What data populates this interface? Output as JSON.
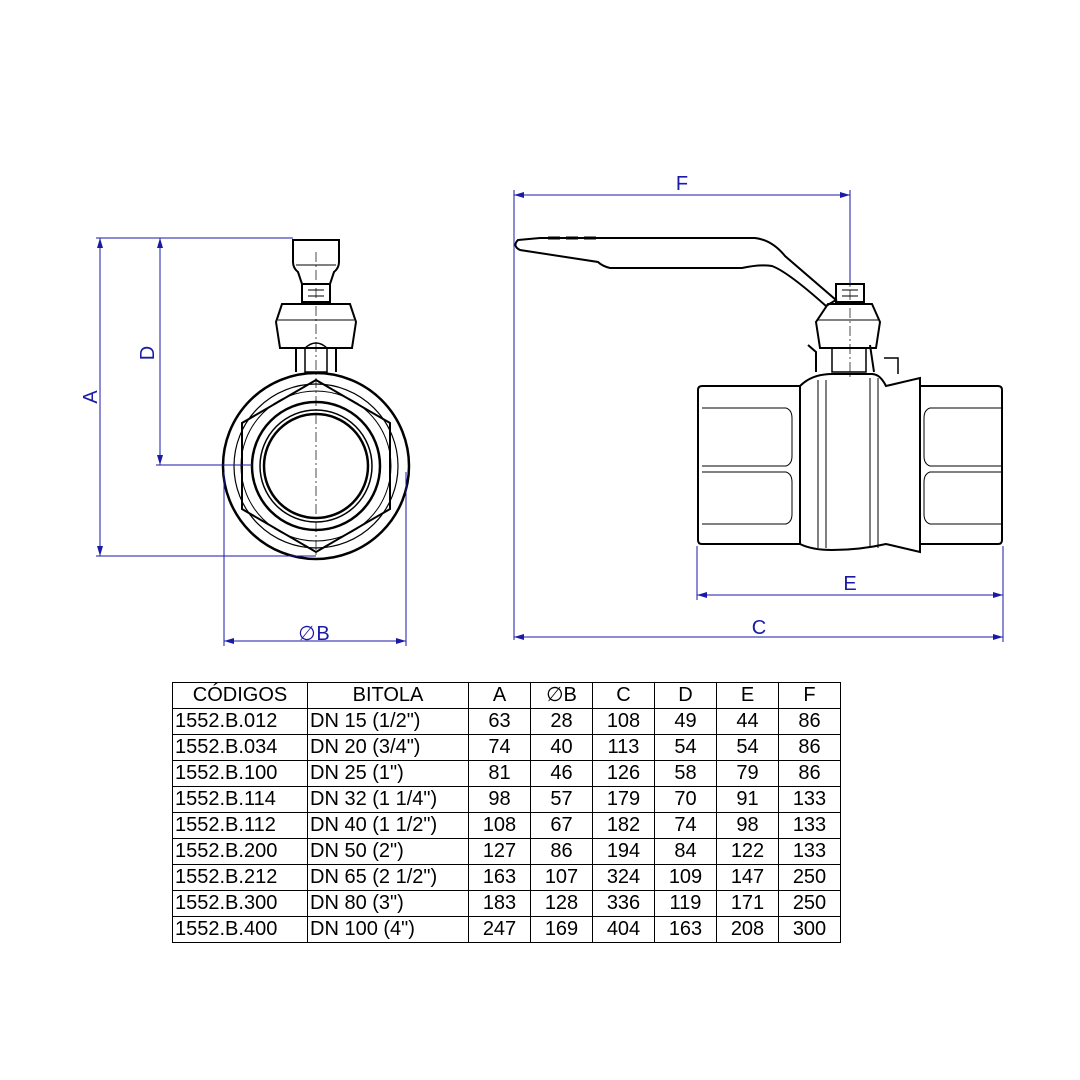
{
  "dimensions": {
    "A": "A",
    "B": "B",
    "C": "C",
    "D": "D",
    "E": "E",
    "F": "F",
    "diameter_symbol": "∅"
  },
  "table": {
    "headers": [
      "CÓDIGOS",
      "BITOLA",
      "A",
      "∅B",
      "C",
      "D",
      "E",
      "F"
    ],
    "rows": [
      [
        "1552.B.012",
        "DN 15 (1/2\")",
        "63",
        "28",
        "108",
        "49",
        "44",
        "86"
      ],
      [
        "1552.B.034",
        "DN 20 (3/4\")",
        "74",
        "40",
        "113",
        "54",
        "54",
        "86"
      ],
      [
        "1552.B.100",
        "DN 25 (1\")",
        "81",
        "46",
        "126",
        "58",
        "79",
        "86"
      ],
      [
        "1552.B.114",
        "DN 32 (1 1/4\")",
        "98",
        "57",
        "179",
        "70",
        "91",
        "133"
      ],
      [
        "1552.B.112",
        "DN 40 (1 1/2\")",
        "108",
        "67",
        "182",
        "74",
        "98",
        "133"
      ],
      [
        "1552.B.200",
        "DN 50 (2\")",
        "127",
        "86",
        "194",
        "84",
        "122",
        "133"
      ],
      [
        "1552.B.212",
        "DN 65 (2 1/2\")",
        "163",
        "107",
        "324",
        "109",
        "147",
        "250"
      ],
      [
        "1552.B.300",
        "DN 80 (3\")",
        "183",
        "128",
        "336",
        "119",
        "171",
        "250"
      ],
      [
        "1552.B.400",
        "DN 100 (4\")",
        "247",
        "169",
        "404",
        "163",
        "208",
        "300"
      ]
    ]
  },
  "colors": {
    "dimension_lines": "#1a1aa6",
    "outline": "#000000"
  }
}
